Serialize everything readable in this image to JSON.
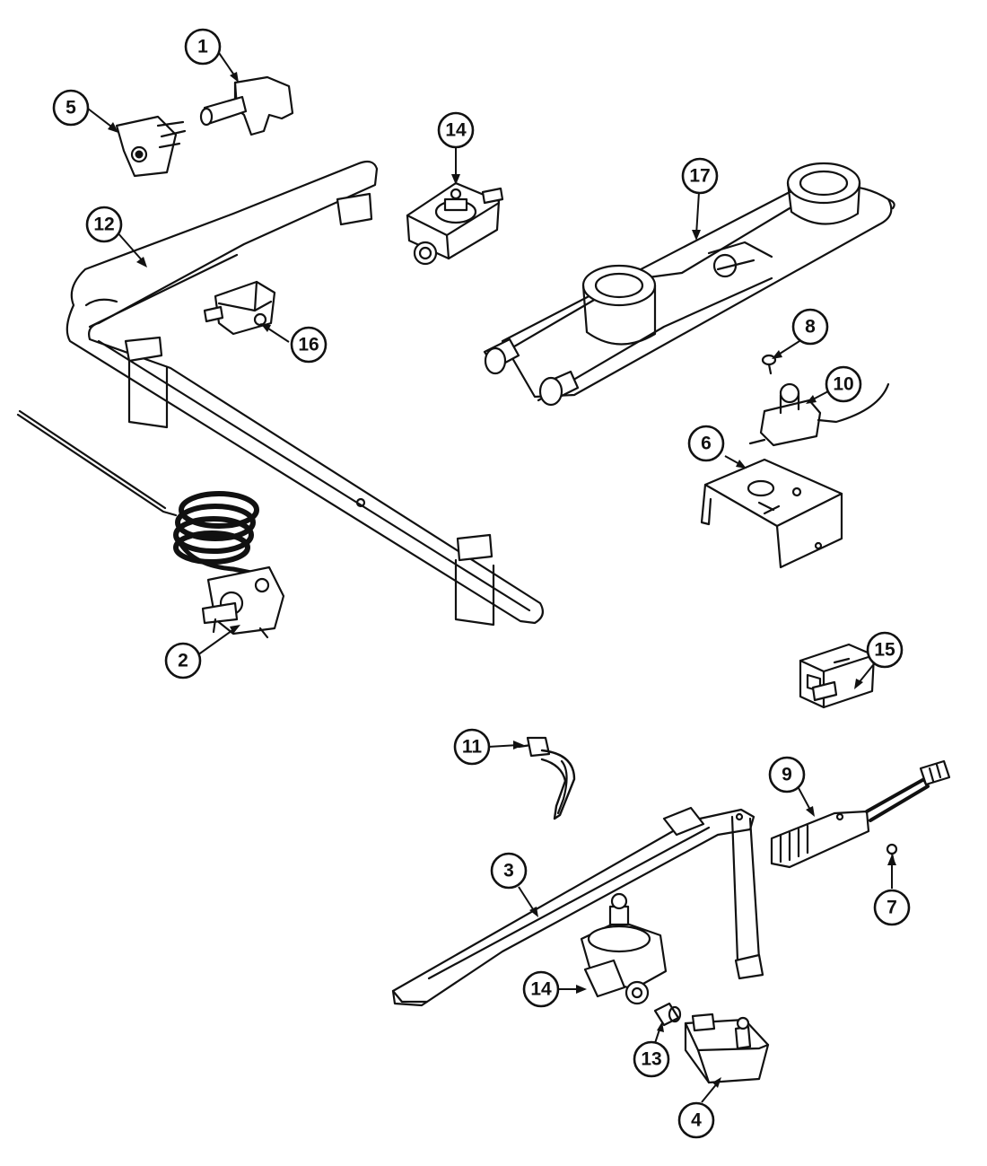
{
  "diagram": {
    "callouts": [
      {
        "id": "1",
        "label": "1"
      },
      {
        "id": "2",
        "label": "2"
      },
      {
        "id": "3",
        "label": "3"
      },
      {
        "id": "4",
        "label": "4"
      },
      {
        "id": "5",
        "label": "5"
      },
      {
        "id": "6",
        "label": "6"
      },
      {
        "id": "7",
        "label": "7"
      },
      {
        "id": "8",
        "label": "8"
      },
      {
        "id": "9",
        "label": "9"
      },
      {
        "id": "10",
        "label": "10"
      },
      {
        "id": "11",
        "label": "11"
      },
      {
        "id": "12",
        "label": "12"
      },
      {
        "id": "13",
        "label": "13"
      },
      {
        "id": "14a",
        "label": "14"
      },
      {
        "id": "14b",
        "label": "14"
      },
      {
        "id": "15",
        "label": "15"
      },
      {
        "id": "16",
        "label": "16"
      },
      {
        "id": "17",
        "label": "17"
      }
    ]
  }
}
